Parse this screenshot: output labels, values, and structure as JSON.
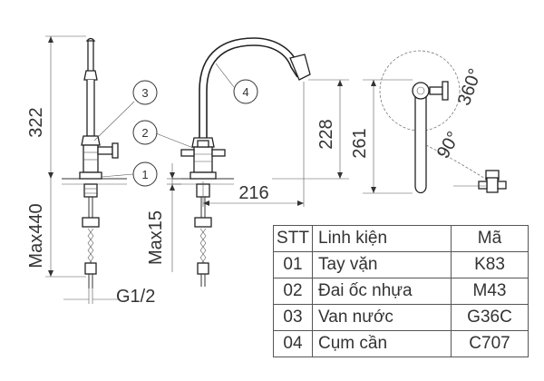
{
  "dimensions": {
    "height_322": "322",
    "max_440": "Max440",
    "max_15": "Max15",
    "spout_reach": "216",
    "height_228": "228",
    "height_261": "261",
    "thread": "G1/2",
    "rotation_360": "360°",
    "rotation_90": "90°"
  },
  "callouts": [
    "1",
    "2",
    "3",
    "4"
  ],
  "parts_table": {
    "headers": {
      "stt": "STT",
      "name": "Linh kiện",
      "code": "Mã"
    },
    "rows": [
      {
        "stt": "01",
        "name": "Tay vặn",
        "code": "K83"
      },
      {
        "stt": "02",
        "name": "Đai ốc nhựa",
        "code": "M43"
      },
      {
        "stt": "03",
        "name": "Van nước",
        "code": "G36C"
      },
      {
        "stt": "04",
        "name": "Cụm cần",
        "code": "C707"
      }
    ]
  }
}
